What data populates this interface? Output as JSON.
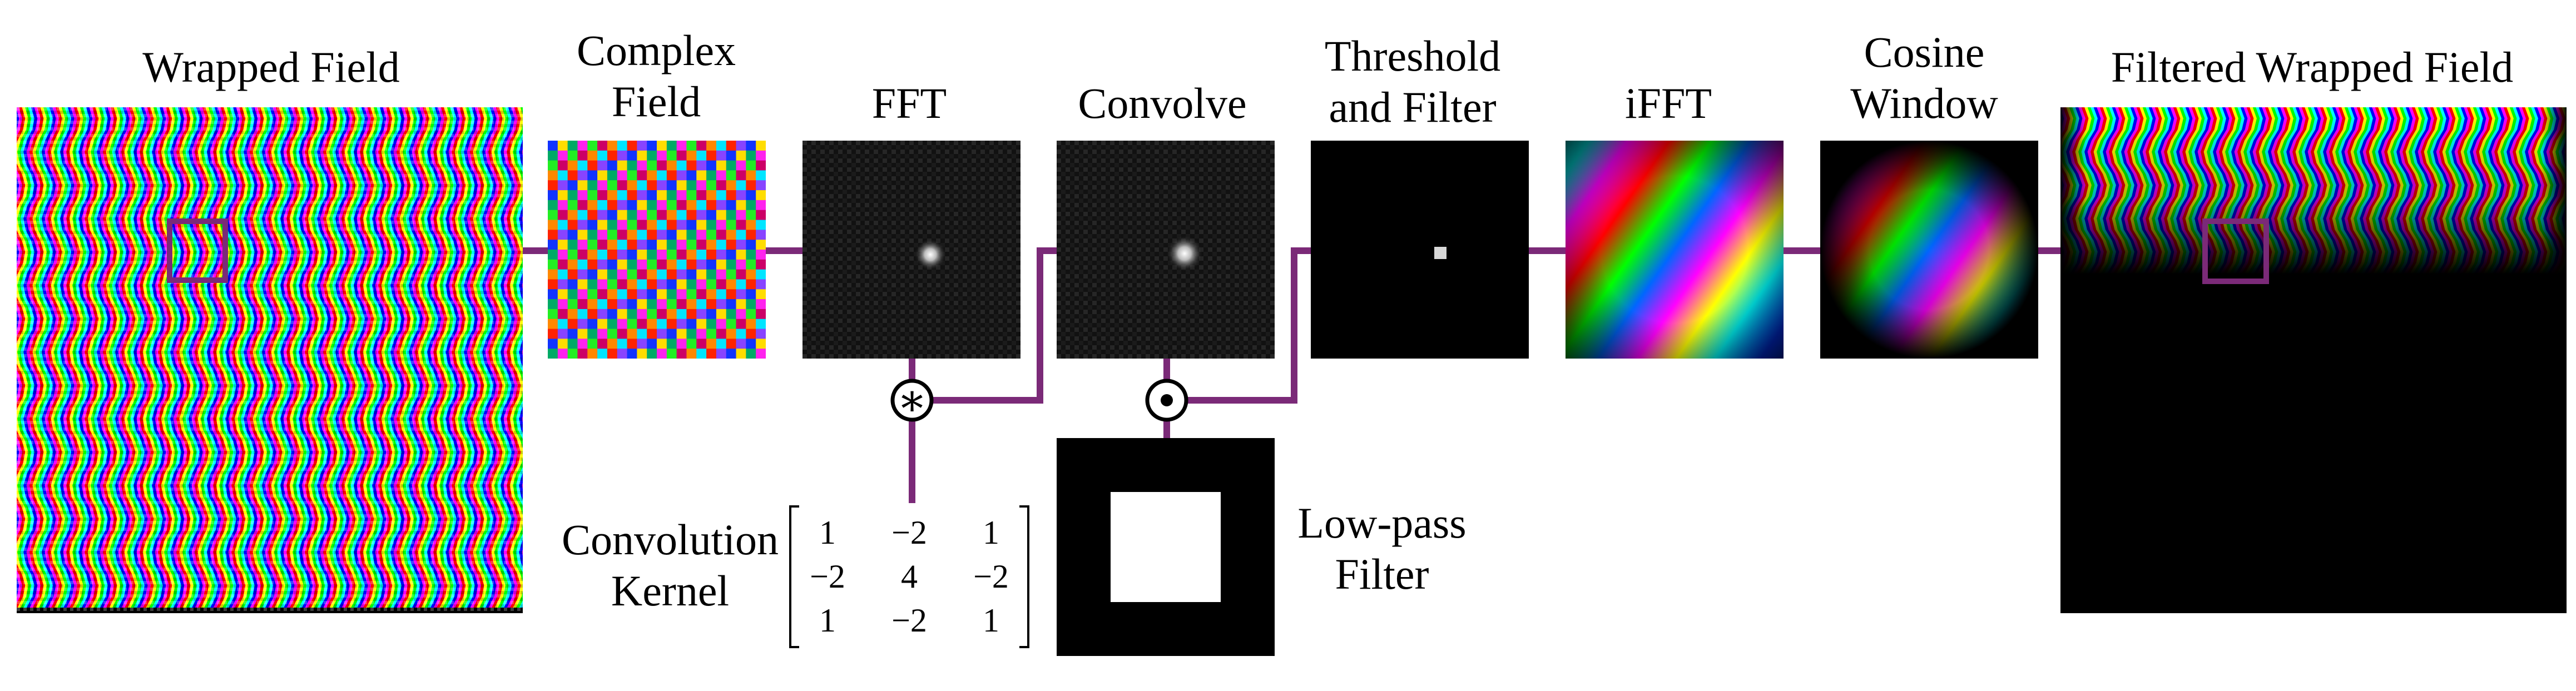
{
  "stages": {
    "wrapped_field": "Wrapped Field",
    "complex_field": [
      "Complex",
      "Field"
    ],
    "fft": "FFT",
    "convolve": "Convolve",
    "threshold": [
      "Threshold",
      "and Filter"
    ],
    "ifft": "iFFT",
    "cosine": [
      "Cosine",
      "Window"
    ],
    "filtered": "Filtered Wrapped Field"
  },
  "kernel": {
    "label": [
      "Convolution",
      "Kernel"
    ],
    "matrix": [
      [
        "1",
        "−2",
        "1"
      ],
      [
        "−2",
        "4",
        "−2"
      ],
      [
        "1",
        "−2",
        "1"
      ]
    ]
  },
  "lowpass": {
    "label": [
      "Low-pass",
      "Filter"
    ]
  },
  "operators": {
    "convolve": "∗",
    "multiply": "⊙"
  },
  "colors": {
    "connector": "#7b2a78",
    "panel_background": "#000000",
    "lowpass_window": "#ffffff"
  }
}
